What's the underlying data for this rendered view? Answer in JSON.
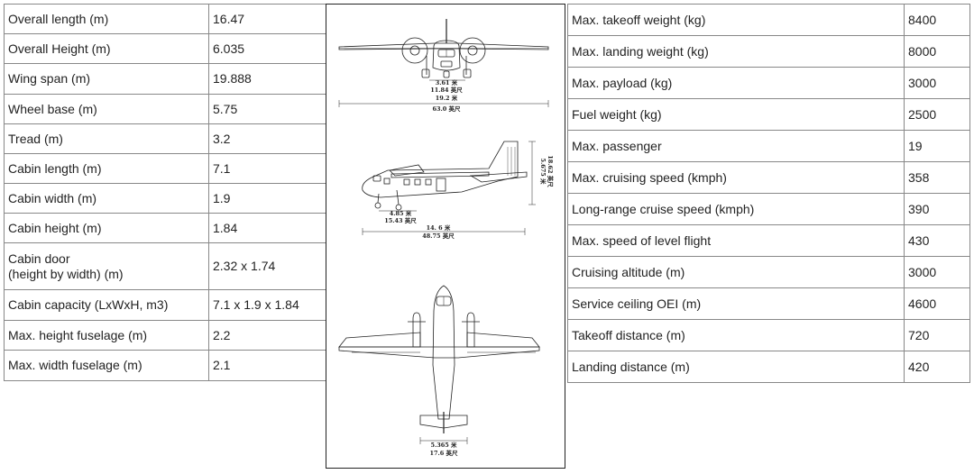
{
  "left_table": {
    "rows": [
      {
        "label": "Overall length (m)",
        "value": "16.47"
      },
      {
        "label": "Overall Height (m)",
        "value": "6.035"
      },
      {
        "label": "Wing span (m)",
        "value": "19.888"
      },
      {
        "label": "Wheel base (m)",
        "value": "5.75"
      },
      {
        "label": "Tread (m)",
        "value": "3.2"
      },
      {
        "label": "Cabin length (m)",
        "value": "7.1"
      },
      {
        "label": "Cabin width (m)",
        "value": "1.9"
      },
      {
        "label": "Cabin height (m)",
        "value": "1.84"
      },
      {
        "label_line1": "Cabin door",
        "label_line2": "(height by width) (m)",
        "value": "2.32 x 1.74"
      },
      {
        "label": "Cabin capacity (LxWxH, m3)",
        "value": "7.1 x 1.9 x 1.84"
      },
      {
        "label": "Max. height fuselage (m)",
        "value": "2.2"
      },
      {
        "label": "Max. width fuselage (m)",
        "value": "2.1"
      }
    ]
  },
  "right_table": {
    "rows": [
      {
        "label": "Max. takeoff weight (kg)",
        "value": "8400"
      },
      {
        "label": "Max. landing weight (kg)",
        "value": "8000"
      },
      {
        "label": "Max. payload (kg)",
        "value": "3000"
      },
      {
        "label": "Fuel weight (kg)",
        "value": "2500"
      },
      {
        "label": "Max. passenger",
        "value": "19"
      },
      {
        "label": "Max. cruising speed (kmph)",
        "value": "358"
      },
      {
        "label": "Long-range cruise speed (kmph)",
        "value": "390"
      },
      {
        "label": "Max. speed of level flight",
        "value": "430"
      },
      {
        "label": "Cruising altitude (m)",
        "value": "3000"
      },
      {
        "label": "Service ceiling OEI (m)",
        "value": "4600"
      },
      {
        "label": "Takeoff distance (m)",
        "value": "720"
      },
      {
        "label": "Landing distance (m)",
        "value": "420"
      }
    ]
  },
  "drawing": {
    "front_view": {
      "dim1": "3.61 米",
      "dim2": "11.84 英尺",
      "dim3": "19.2 米",
      "dim4": "63.0 英尺"
    },
    "side_view": {
      "height_m": "5.675 米",
      "height_ft": "18.62 英尺",
      "wheelbase_m": "4.85 米",
      "wheelbase_ft": "15.43 英尺",
      "length_m": "14. 6 米",
      "length_ft": "48.75 英尺"
    },
    "top_view": {
      "tail_m": "5.365 米",
      "tail_ft": "17.6 英尺"
    }
  }
}
